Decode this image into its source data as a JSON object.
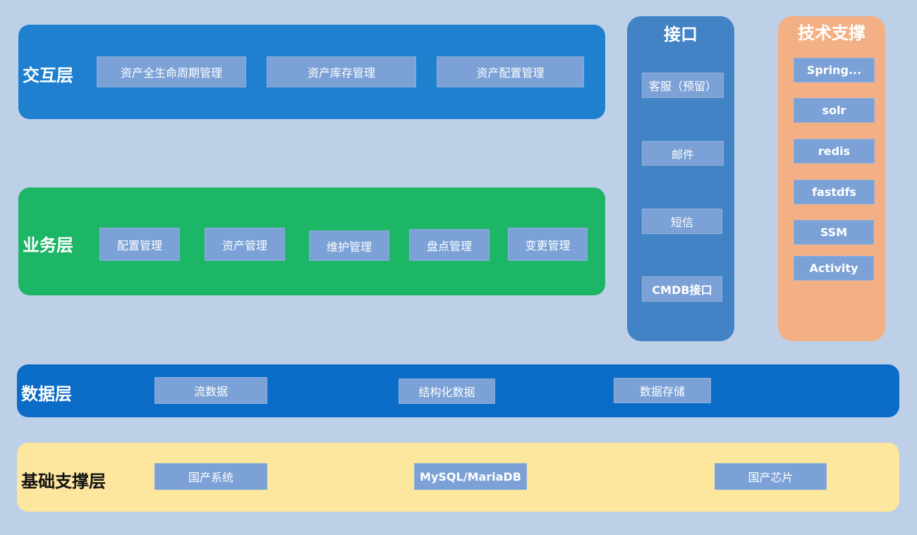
{
  "colors": {
    "background": "#bdd0e8",
    "interaction_layer": "#1e80cf",
    "business_layer": "#1db566",
    "data_layer": "#0a6cc6",
    "foundation_layer": "#fde69d",
    "interface_panel": "#4283c6",
    "tech_panel": "#f3b084",
    "box": "#7ba1d6"
  },
  "interaction": {
    "title": "交互层",
    "items": [
      "资产全生命周期管理",
      "资产库存管理",
      "资产配置管理"
    ]
  },
  "business": {
    "title": "业务层",
    "items": [
      "配置管理",
      "资产管理",
      "维护管理",
      "盘点管理",
      "变更管理"
    ]
  },
  "data_layer": {
    "title": "数据层",
    "items": [
      "流数据",
      "结构化数据",
      "数据存储"
    ]
  },
  "foundation": {
    "title": "基础支撑层",
    "items": [
      "国产系统",
      "MySQL/MariaDB",
      "国产芯片"
    ]
  },
  "interface": {
    "title": "接口",
    "items": [
      "客服（预留）",
      "邮件",
      "短信",
      "CMDB接口"
    ]
  },
  "tech": {
    "title": "技术支撑",
    "items": [
      "Spring...",
      "solr",
      "redis",
      "fastdfs",
      "SSM",
      "Activity"
    ]
  }
}
